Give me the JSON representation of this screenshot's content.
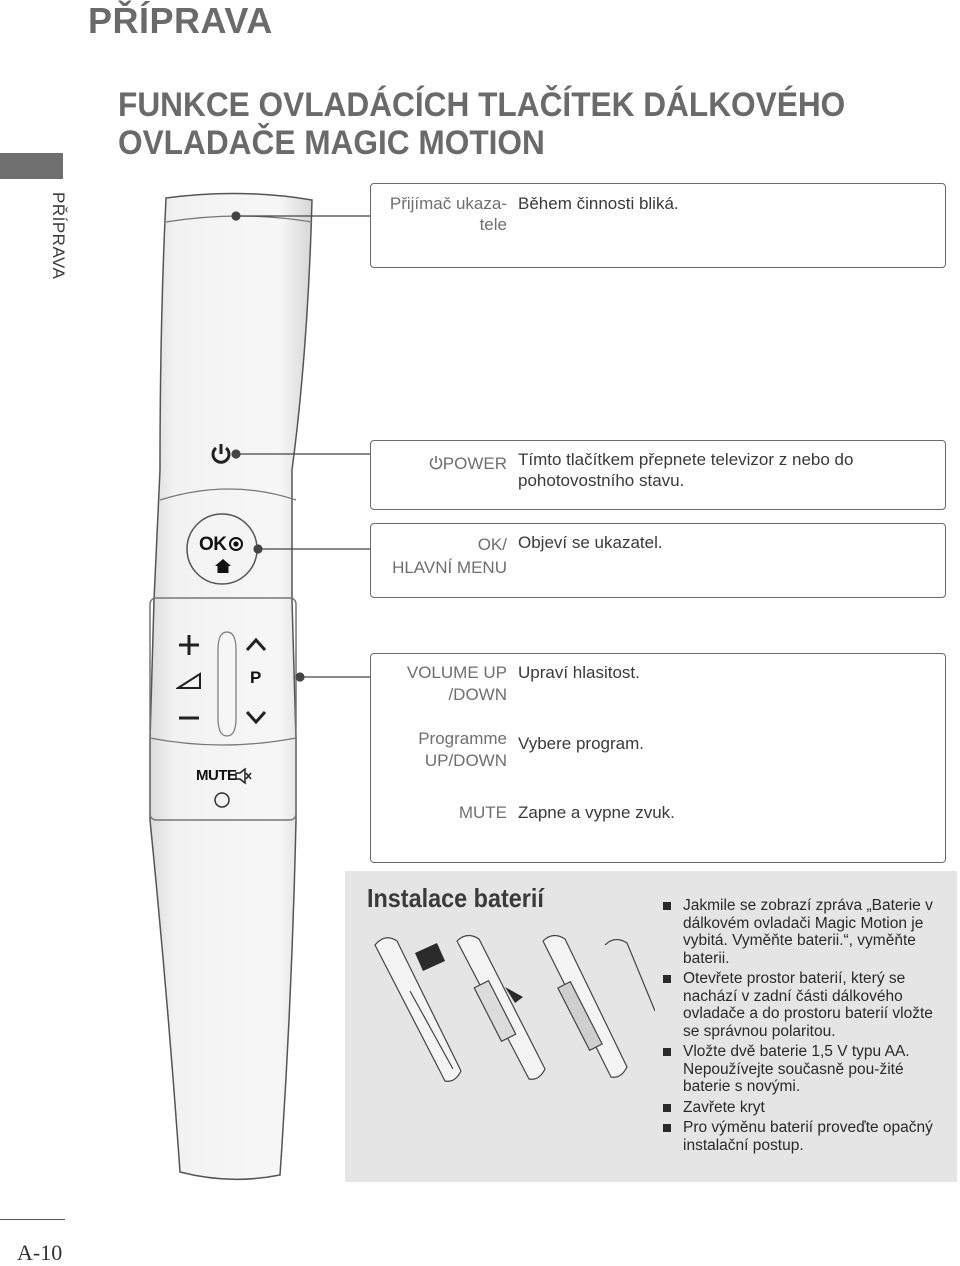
{
  "header": {
    "section_title": "PŘÍPRAVA",
    "page_title": "FUNKCE OVLADÁCÍCH TLAČÍTEK DÁLKOVÉHO OVLADAČE MAGIC MOTION"
  },
  "sidebar": {
    "label": "PŘÍPRAVA"
  },
  "remote": {
    "ok_label": "OK",
    "mute_label": "MUTE",
    "p_label": "P",
    "icons": [
      "power-icon",
      "home-icon",
      "volume-icon",
      "mute-icon"
    ]
  },
  "callouts": {
    "receiver": {
      "label": "Přijímač ukaza-tele",
      "desc": "Během činnosti bliká."
    },
    "power": {
      "label": "POWER",
      "desc": "Tímto tlačítkem přepnete televizor z nebo do pohotovostního stavu."
    },
    "ok_menu": {
      "label_line1": "OK/",
      "label_line2": "HLAVNÍ MENU",
      "desc": "Objeví se ukazatel."
    },
    "volume": {
      "label_line1": "VOLUME UP",
      "label_line2": "/DOWN",
      "desc": "Upraví hlasitost."
    },
    "programme": {
      "label_line1": "Programme",
      "label_line2": "UP/DOWN",
      "desc": "Vybere program."
    },
    "mute": {
      "label": "MUTE",
      "desc": "Zapne a vypne zvuk."
    }
  },
  "battery": {
    "title": "Instalace baterií",
    "steps": [
      "Jakmile se zobrazí zpráva „Baterie v dálkovém ovladači Magic Motion je vybitá. Vyměňte baterii.“, vyměňte baterii.",
      "Otevřete prostor baterií, který se nachází v zadní části dálkového ovladače a do prostoru baterií vložte se správnou polaritou.",
      "Vložte dvě baterie 1,5 V typu AA. Nepoužívejte současně pou-žité baterie s novými.",
      "Zavřete kryt",
      "Pro výměnu baterií proveďte opačný instalační postup."
    ]
  },
  "footer": {
    "page_number": "A-10"
  },
  "colors": {
    "heading": "#6a6a6a",
    "text": "#3a3a3a",
    "panel": "#e5e5e5",
    "sidebar_bar": "#6f6f6f"
  }
}
